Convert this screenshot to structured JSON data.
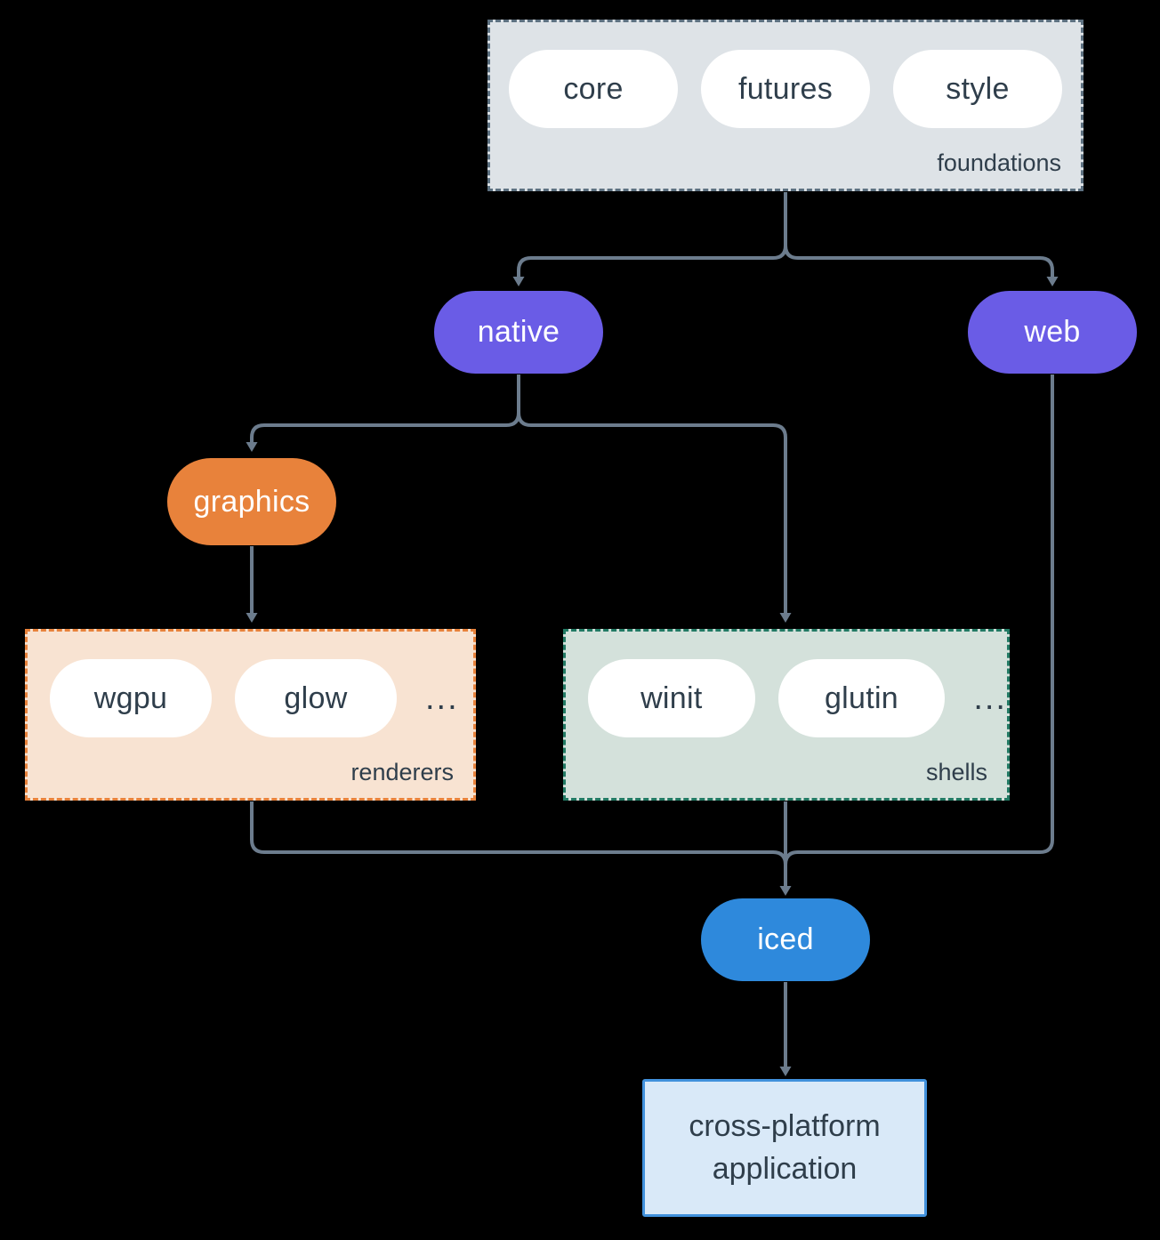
{
  "background_color": "#000000",
  "connector_color": "#6c7c8d",
  "text_color": "#2f3e4b",
  "groups": {
    "foundations": {
      "label": "foundations",
      "pills": [
        "core",
        "futures",
        "style"
      ],
      "fill": "#dee3e7",
      "border": "#5d7181"
    },
    "renderers": {
      "label": "renderers",
      "pills": [
        "wgpu",
        "glow"
      ],
      "ellipsis": "...",
      "fill": "#f8e3d2",
      "border": "#e8823b"
    },
    "shells": {
      "label": "shells",
      "pills": [
        "winit",
        "glutin"
      ],
      "ellipsis": "...",
      "fill": "#d4e1db",
      "border": "#227a64"
    }
  },
  "nodes": {
    "native": {
      "label": "native",
      "fill": "#6a5ce6"
    },
    "web": {
      "label": "web",
      "fill": "#6a5ce6"
    },
    "graphics": {
      "label": "graphics",
      "fill": "#e8823b"
    },
    "iced": {
      "label": "iced",
      "fill": "#2e89dc"
    },
    "application": {
      "line1": "cross-platform",
      "line2": "application",
      "fill": "#d9e9f8",
      "border": "#4191dc"
    }
  },
  "edges": [
    "foundations -> native",
    "foundations -> web",
    "native -> graphics",
    "native -> shells",
    "graphics -> renderers",
    "renderers -> iced",
    "shells -> iced",
    "web -> iced",
    "iced -> application"
  ]
}
